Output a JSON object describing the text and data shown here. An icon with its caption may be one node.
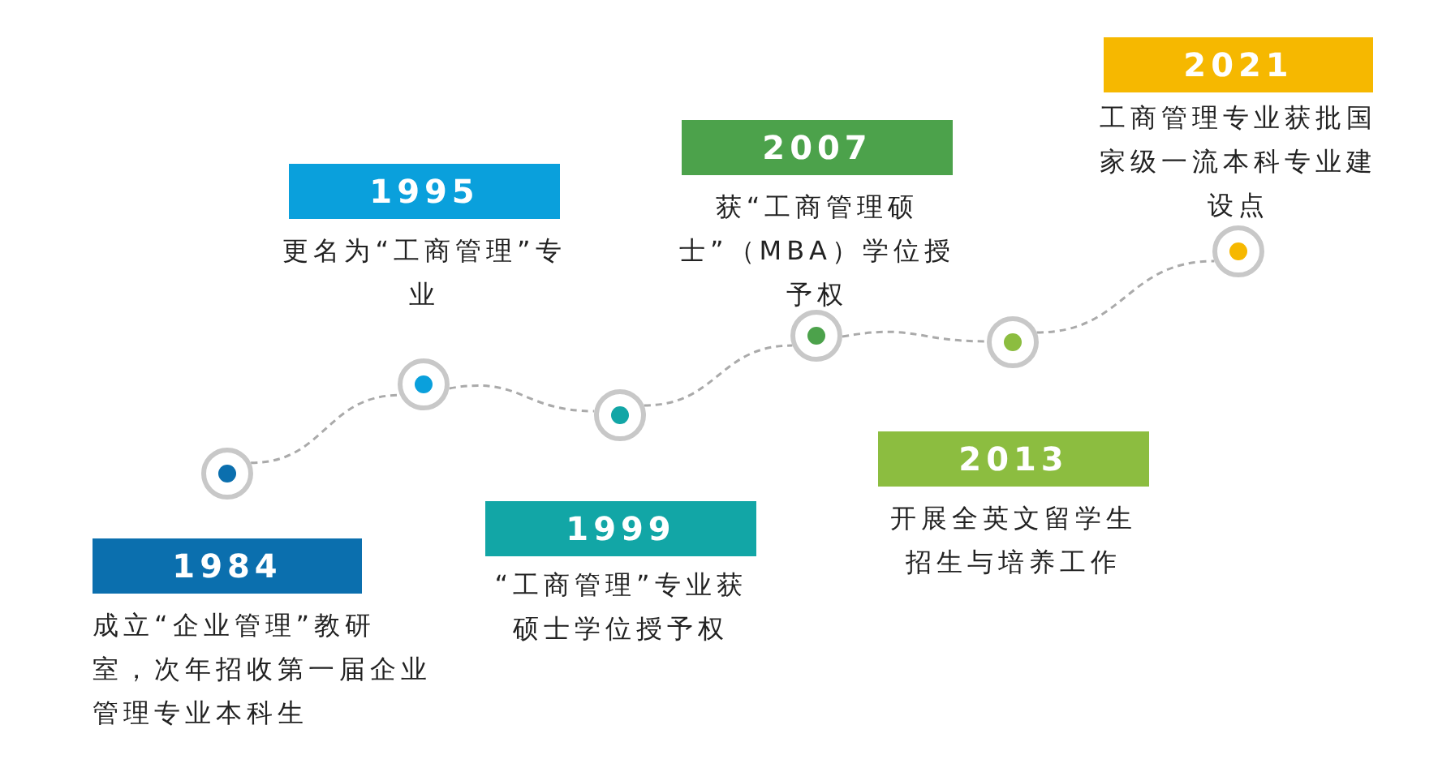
{
  "diagram": {
    "nodes": [
      {
        "text": [
          "1984",
          "成立“企业管理”教研室，次年招收第一届企业管理专业本科生"
        ]
      },
      {
        "text": [
          "1995",
          "更名为“工商管理”专业"
        ]
      },
      {
        "text": [
          "1999",
          "“工商管理”专业获硕士学位授予权"
        ]
      },
      {
        "text": [
          "2007",
          "获“工商管理硕士”（MBA）学位授予权"
        ]
      },
      {
        "text": [
          "2013",
          "开展全英文留学生招生与培养工作"
        ]
      },
      {
        "text": [
          "2021",
          "工商管理专业获批国家级一流本科专业建设点"
        ]
      },
      {
        "text": [],
        "shape": "circle"
      },
      {
        "text": [],
        "shape": "circle"
      },
      {
        "text": [],
        "shape": "circle"
      },
      {
        "text": [],
        "shape": "circle"
      },
      {
        "text": [],
        "shape": "circle"
      },
      {
        "text": [],
        "shape": "circle"
      }
    ],
    "edges": [
      {
        "from": 6,
        "to": 7,
        "arrow": "none",
        "style": "dashed"
      },
      {
        "from": 7,
        "to": 8,
        "arrow": "none",
        "style": "dashed"
      },
      {
        "from": 8,
        "to": 9,
        "arrow": "none",
        "style": "dashed"
      },
      {
        "from": 9,
        "to": 10,
        "arrow": "none",
        "style": "dashed"
      },
      {
        "from": 10,
        "to": 11,
        "arrow": "none",
        "style": "dashed"
      }
    ]
  }
}
